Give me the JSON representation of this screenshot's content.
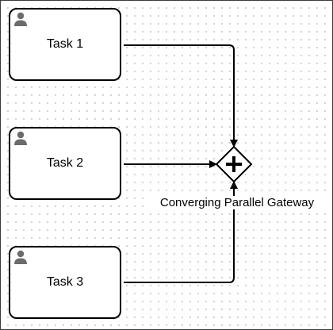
{
  "diagram": {
    "tasks": [
      {
        "label": "Task 1",
        "icon": "user-icon"
      },
      {
        "label": "Task 2",
        "icon": "user-icon"
      },
      {
        "label": "Task 3",
        "icon": "user-icon"
      }
    ],
    "gateway": {
      "label": "Converging Parallel Gateway",
      "icon": "plus-icon"
    }
  }
}
